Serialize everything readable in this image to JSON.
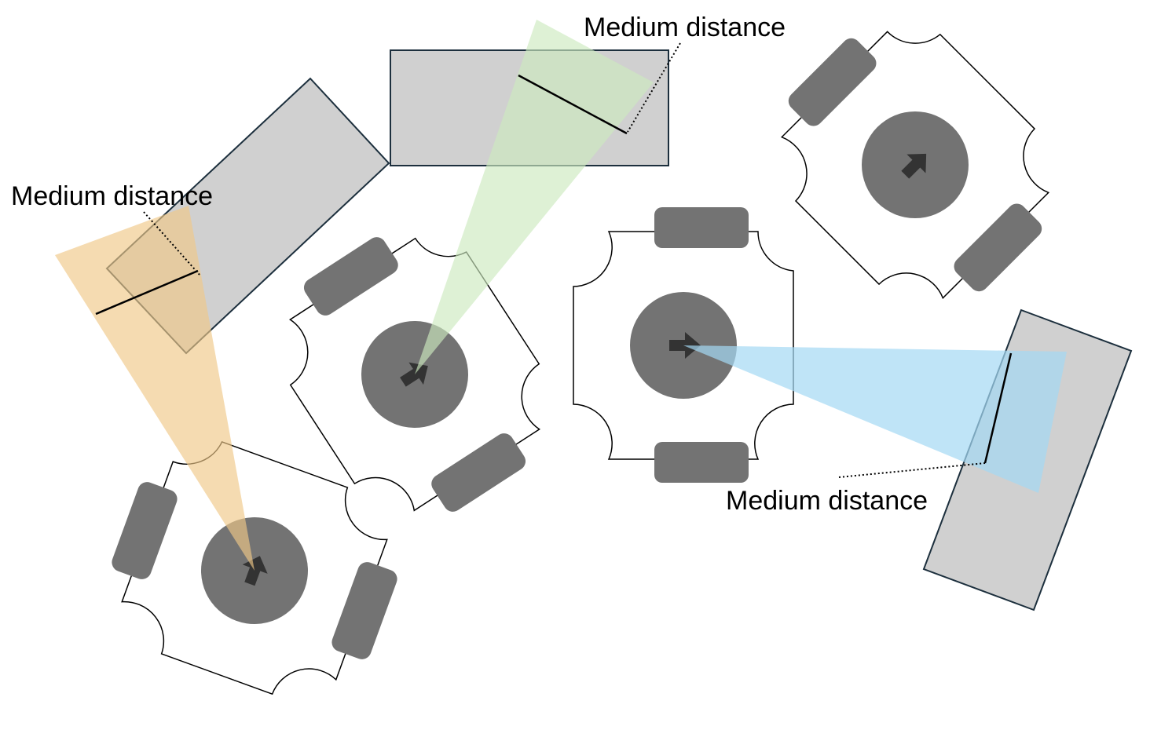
{
  "labels": {
    "top_center": "Medium distance",
    "left": "Medium distance",
    "right": "Medium distance"
  },
  "colors": {
    "obstacle_fill": "#d0d0d0",
    "obstacle_stroke": "#1c2f3d",
    "robot_body_fill": "#ffffff",
    "robot_body_stroke": "#000000",
    "wheel_fill": "#737373",
    "hub_fill": "#737373",
    "arrow_fill": "#333333",
    "beam_orange": "#f0c887",
    "beam_green": "#cce9bf",
    "beam_blue": "#a4d8f3"
  }
}
